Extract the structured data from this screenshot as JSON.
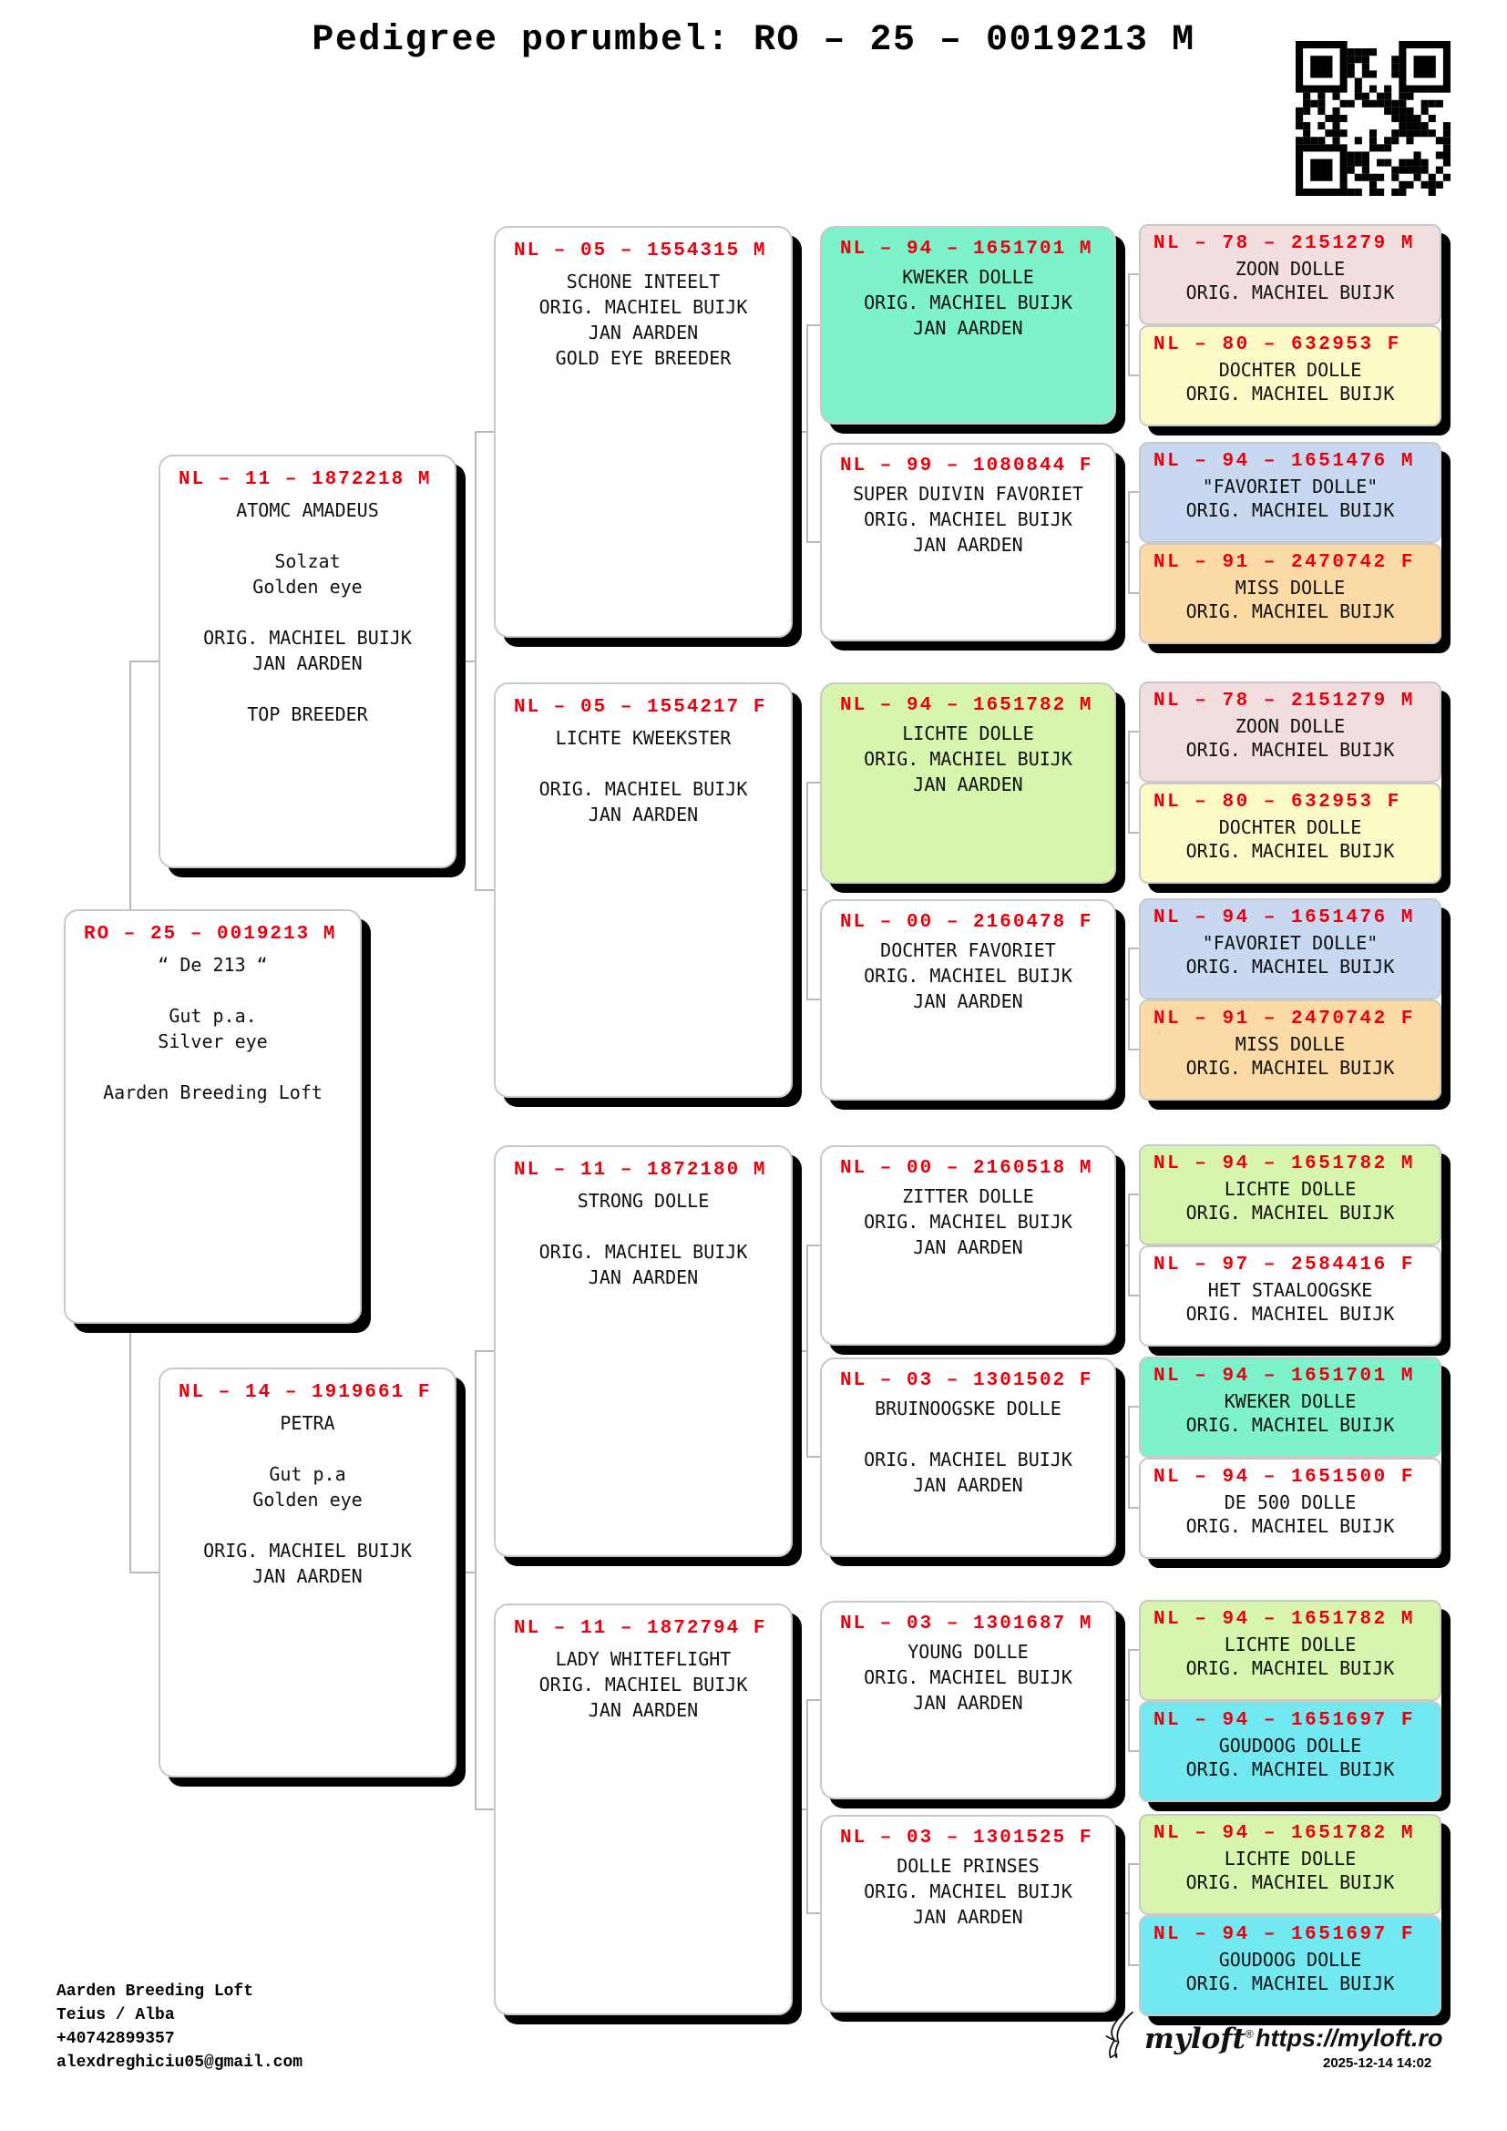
{
  "page": {
    "title": "Pedigree porumbel: RO – 25 – 0019213 M"
  },
  "colors": {
    "ring_red": "#e8000d",
    "box_border": "#c9c9c9",
    "shadow": "#000000",
    "connector": "#b9b9b9",
    "aquamarine": "#7df2cb",
    "light_green": "#d7f5ad",
    "pink": "#f2dede",
    "light_yellow": "#fbfac7",
    "light_blue": "#c8d8f1",
    "light_orange": "#fcdaa5",
    "cyan": "#72e8f1",
    "white": "#ffffff"
  },
  "icons": {
    "qr": "qr-code",
    "bird": "bird-logo"
  },
  "subject": {
    "id": "RO – 25 – 0019213 M",
    "body": "“ De 213 “\n\nGut p.a.\nSilver eye\n\nAarden Breeding Loft"
  },
  "gen1": {
    "sire": {
      "id": "NL – 11 – 1872218 M",
      "body": "ATOMC AMADEUS\n\nSolzat\nGolden eye\n\nORIG. MACHIEL BUIJK\nJAN AARDEN\n\nTOP BREEDER"
    },
    "dam": {
      "id": "NL – 14 – 1919661 F",
      "body": "PETRA\n\nGut p.a\nGolden eye\n\nORIG. MACHIEL BUIJK\nJAN AARDEN"
    }
  },
  "gen2": {
    "boxes": [
      {
        "id": "NL – 05 – 1554315 M",
        "body": "SCHONE INTEELT\nORIG. MACHIEL BUIJK\nJAN AARDEN\nGOLD EYE BREEDER"
      },
      {
        "id": "NL – 05 – 1554217 F",
        "body": "LICHTE KWEEKSTER\n\nORIG. MACHIEL BUIJK\nJAN AARDEN"
      },
      {
        "id": "NL – 11 – 1872180 M",
        "body": "STRONG DOLLE\n\nORIG. MACHIEL BUIJK\nJAN AARDEN"
      },
      {
        "id": "NL – 11 – 1872794 F",
        "body": "LADY WHITEFLIGHT\nORIG. MACHIEL BUIJK\nJAN AARDEN"
      }
    ]
  },
  "gen3": {
    "boxes": [
      {
        "id": "NL – 94 – 1651701 M",
        "body": "KWEKER DOLLE\nORIG. MACHIEL BUIJK\nJAN AARDEN",
        "bg": "aquamarine"
      },
      {
        "id": "NL – 99 – 1080844 F",
        "body": "SUPER DUIVIN FAVORIET\nORIG. MACHIEL BUIJK\nJAN AARDEN",
        "bg": "white"
      },
      {
        "id": "NL – 94 – 1651782 M",
        "body": "LICHTE DOLLE\nORIG. MACHIEL BUIJK\nJAN AARDEN",
        "bg": "light_green"
      },
      {
        "id": "NL – 00 – 2160478 F",
        "body": "DOCHTER FAVORIET\nORIG. MACHIEL BUIJK\nJAN AARDEN",
        "bg": "white"
      },
      {
        "id": "NL – 00 – 2160518 M",
        "body": "ZITTER DOLLE\nORIG. MACHIEL BUIJK\nJAN AARDEN",
        "bg": "white"
      },
      {
        "id": "NL – 03 – 1301502 F",
        "body": "BRUINOOGSKE DOLLE\n\nORIG. MACHIEL BUIJK\nJAN AARDEN",
        "bg": "white"
      },
      {
        "id": "NL – 03 – 1301687 M",
        "body": "YOUNG DOLLE\nORIG. MACHIEL BUIJK\nJAN AARDEN",
        "bg": "white"
      },
      {
        "id": "NL – 03 – 1301525 F",
        "body": "DOLLE PRINSES\nORIG. MACHIEL BUIJK\nJAN AARDEN",
        "bg": "white"
      }
    ]
  },
  "gen4": {
    "boxes": [
      {
        "id": "NL – 78 – 2151279 M",
        "body": "ZOON DOLLE\nORIG. MACHIEL BUIJK",
        "bg": "pink"
      },
      {
        "id": "NL – 80 – 632953 F",
        "body": "DOCHTER DOLLE\nORIG. MACHIEL BUIJK",
        "bg": "light_yellow"
      },
      {
        "id": "NL – 94 – 1651476 M",
        "body": "\"FAVORIET DOLLE\"\nORIG. MACHIEL BUIJK",
        "bg": "light_blue"
      },
      {
        "id": "NL – 91 – 2470742 F",
        "body": "MISS DOLLE\nORIG. MACHIEL BUIJK",
        "bg": "light_orange"
      },
      {
        "id": "NL – 78 – 2151279 M",
        "body": "ZOON DOLLE\nORIG. MACHIEL BUIJK",
        "bg": "pink"
      },
      {
        "id": "NL – 80 – 632953 F",
        "body": "DOCHTER DOLLE\nORIG. MACHIEL BUIJK",
        "bg": "light_yellow"
      },
      {
        "id": "NL – 94 – 1651476 M",
        "body": "\"FAVORIET DOLLE\"\nORIG. MACHIEL BUIJK",
        "bg": "light_blue"
      },
      {
        "id": "NL – 91 – 2470742 F",
        "body": "MISS DOLLE\nORIG. MACHIEL BUIJK",
        "bg": "light_orange"
      },
      {
        "id": "NL – 94 – 1651782 M",
        "body": "LICHTE DOLLE\nORIG. MACHIEL BUIJK",
        "bg": "light_green"
      },
      {
        "id": "NL – 97 – 2584416 F",
        "body": "HET STAALOOGSKE\nORIG. MACHIEL BUIJK",
        "bg": "white"
      },
      {
        "id": "NL – 94 – 1651701 M",
        "body": "KWEKER DOLLE\nORIG. MACHIEL BUIJK",
        "bg": "aquamarine"
      },
      {
        "id": "NL – 94 – 1651500 F",
        "body": "DE 500 DOLLE\nORIG. MACHIEL BUIJK",
        "bg": "white"
      },
      {
        "id": "NL – 94 – 1651782 M",
        "body": "LICHTE DOLLE\nORIG. MACHIEL BUIJK",
        "bg": "light_green"
      },
      {
        "id": "NL – 94 – 1651697 F",
        "body": "GOUDOOG DOLLE\nORIG. MACHIEL BUIJK",
        "bg": "cyan"
      },
      {
        "id": "NL – 94 – 1651782 M",
        "body": "LICHTE DOLLE\nORIG. MACHIEL BUIJK",
        "bg": "light_green"
      },
      {
        "id": "NL – 94 – 1651697 F",
        "body": "GOUDOOG DOLLE\nORIG. MACHIEL BUIJK",
        "bg": "cyan"
      }
    ]
  },
  "footer": {
    "loft_info": "Aarden Breeding Loft\nTeius / Alba\n+40742899357\nalexdreghiciu05@gmail.com",
    "brand": "myloft",
    "registered_mark": "®",
    "url": "https://myloft.ro",
    "generated": "2025-12-14 14:02"
  }
}
